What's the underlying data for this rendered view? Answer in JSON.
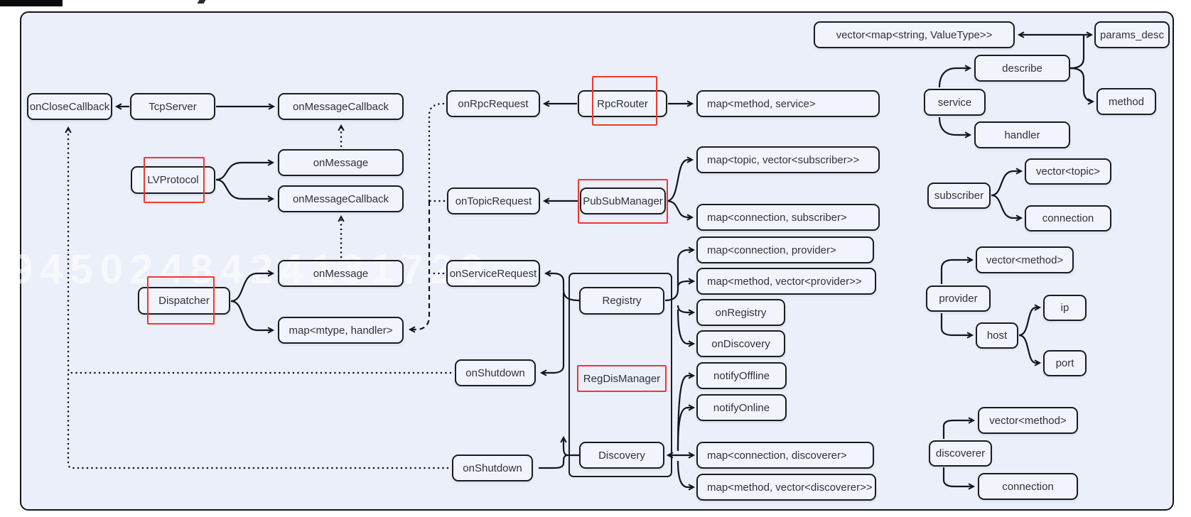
{
  "watermark": "9450248424131729",
  "colors": {
    "panel_bg": "#ebeff9",
    "box_border": "#1b1b22",
    "text": "#33333a",
    "highlight_red": "#ee392d"
  },
  "nodes": [
    {
      "id": "onclosecallback",
      "label": "onCloseCallback",
      "kind": "box"
    },
    {
      "id": "tcpserver",
      "label": "TcpServer",
      "kind": "box"
    },
    {
      "id": "onmessagecallback1",
      "label": "onMessageCallback",
      "kind": "box"
    },
    {
      "id": "lvprotocol",
      "label": "LVProtocol",
      "kind": "box",
      "highlight": true
    },
    {
      "id": "onmessage1",
      "label": "onMessage",
      "kind": "box"
    },
    {
      "id": "onmessagecallback2",
      "label": "onMessageCallback",
      "kind": "box"
    },
    {
      "id": "dispatcher",
      "label": "Dispatcher",
      "kind": "box",
      "highlight": true
    },
    {
      "id": "onmessage2",
      "label": "onMessage",
      "kind": "box"
    },
    {
      "id": "mapmtypehandler",
      "label": "map<mtype, handler>",
      "kind": "box"
    },
    {
      "id": "onrpcrequest",
      "label": "onRpcRequest",
      "kind": "box"
    },
    {
      "id": "rpcrouter",
      "label": "RpcRouter",
      "kind": "box",
      "highlight": true
    },
    {
      "id": "mapmethodservice",
      "label": "map<method, service>",
      "kind": "box",
      "align": "left"
    },
    {
      "id": "ontopicrequest",
      "label": "onTopicRequest",
      "kind": "box"
    },
    {
      "id": "pubsubmanager",
      "label": "PubSubManager",
      "kind": "box",
      "highlight": true
    },
    {
      "id": "maptopicvecsub",
      "label": "map<topic, vector<subscriber>>",
      "kind": "box",
      "align": "left"
    },
    {
      "id": "mapconnsub",
      "label": "map<connection, subscriber>",
      "kind": "box",
      "align": "left"
    },
    {
      "id": "onservicerequest",
      "label": "onServiceRequest",
      "kind": "box"
    },
    {
      "id": "regdiscontainer",
      "label": "",
      "kind": "container"
    },
    {
      "id": "registry",
      "label": "Registry",
      "kind": "box"
    },
    {
      "id": "regdismanager",
      "label": "RegDisManager",
      "kind": "redlabel"
    },
    {
      "id": "discovery",
      "label": "Discovery",
      "kind": "box"
    },
    {
      "id": "onshutdown1",
      "label": "onShutdown",
      "kind": "box"
    },
    {
      "id": "onshutdown2",
      "label": "onShutdown",
      "kind": "box"
    },
    {
      "id": "mapconnprovider",
      "label": "map<connection, provider>",
      "kind": "box",
      "align": "left"
    },
    {
      "id": "mapmethodvecprovider",
      "label": "map<method, vector<provider>>",
      "kind": "box",
      "align": "left"
    },
    {
      "id": "onregistry",
      "label": "onRegistry",
      "kind": "box"
    },
    {
      "id": "ondiscovery",
      "label": "onDiscovery",
      "kind": "box"
    },
    {
      "id": "notifyoffline",
      "label": "notifyOffline",
      "kind": "box"
    },
    {
      "id": "notifyonline",
      "label": "notifyOnline",
      "kind": "box"
    },
    {
      "id": "mapconndiscoverer",
      "label": "map<connection, discoverer>",
      "kind": "box",
      "align": "left"
    },
    {
      "id": "mapmethodvecdiscoverer",
      "label": "map<method, vector<discoverer>>",
      "kind": "box",
      "align": "left"
    },
    {
      "id": "vectormap",
      "label": "vector<map<string, ValueType>>",
      "kind": "box"
    },
    {
      "id": "paramsdesc",
      "label": "params_desc",
      "kind": "box"
    },
    {
      "id": "describe",
      "label": "describe",
      "kind": "box"
    },
    {
      "id": "service",
      "label": "service",
      "kind": "box"
    },
    {
      "id": "method",
      "label": "method",
      "kind": "box"
    },
    {
      "id": "handler",
      "label": "handler",
      "kind": "box"
    },
    {
      "id": "subscriber",
      "label": "subscriber",
      "kind": "box"
    },
    {
      "id": "vectortopic",
      "label": "vector<topic>",
      "kind": "box"
    },
    {
      "id": "connection1",
      "label": "connection",
      "kind": "box"
    },
    {
      "id": "provider",
      "label": "provider",
      "kind": "box"
    },
    {
      "id": "vectormethod1",
      "label": "vector<method>",
      "kind": "box"
    },
    {
      "id": "host",
      "label": "host",
      "kind": "box"
    },
    {
      "id": "ip",
      "label": "ip",
      "kind": "box"
    },
    {
      "id": "port",
      "label": "port",
      "kind": "box"
    },
    {
      "id": "discoverer",
      "label": "discoverer",
      "kind": "box"
    },
    {
      "id": "vectormethod2",
      "label": "vector<method>",
      "kind": "box"
    },
    {
      "id": "connection2",
      "label": "connection",
      "kind": "box"
    }
  ],
  "edges": [
    {
      "from": "tcpserver",
      "to": "onclosecallback",
      "style": "solid"
    },
    {
      "from": "tcpserver",
      "to": "onmessagecallback1",
      "style": "solid"
    },
    {
      "from": "lvprotocol",
      "to": "onmessage1",
      "style": "solid"
    },
    {
      "from": "lvprotocol",
      "to": "onmessagecallback2",
      "style": "solid"
    },
    {
      "from": "dispatcher",
      "to": "onmessage2",
      "style": "solid"
    },
    {
      "from": "dispatcher",
      "to": "mapmtypehandler",
      "style": "solid"
    },
    {
      "from": "rpcrouter",
      "to": "onrpcrequest",
      "style": "solid"
    },
    {
      "from": "rpcrouter",
      "to": "mapmethodservice",
      "style": "solid"
    },
    {
      "from": "pubsubmanager",
      "to": "ontopicrequest",
      "style": "solid"
    },
    {
      "from": "pubsubmanager",
      "to": "maptopicvecsub",
      "style": "solid"
    },
    {
      "from": "pubsubmanager",
      "to": "mapconnsub",
      "style": "solid"
    },
    {
      "from": "registry",
      "to": "onservicerequest",
      "style": "solid"
    },
    {
      "from": "registry",
      "to": "onshutdown1",
      "style": "solid"
    },
    {
      "from": "registry",
      "to": "mapconnprovider",
      "style": "solid"
    },
    {
      "from": "registry",
      "to": "mapmethodvecprovider",
      "style": "solid"
    },
    {
      "from": "registry",
      "to": "onregistry",
      "style": "solid"
    },
    {
      "from": "registry",
      "to": "ondiscovery",
      "style": "solid"
    },
    {
      "from": "discovery",
      "to": "onshutdown2",
      "style": "solid"
    },
    {
      "from": "discovery",
      "to": "notifyoffline",
      "style": "solid"
    },
    {
      "from": "discovery",
      "to": "notifyonline",
      "style": "solid"
    },
    {
      "from": "discovery",
      "to": "mapconndiscoverer",
      "style": "solid-double"
    },
    {
      "from": "discovery",
      "to": "mapmethodvecdiscoverer",
      "style": "solid"
    },
    {
      "from": "onmessage1",
      "to": "onmessagecallback1",
      "style": "dotted"
    },
    {
      "from": "onmessage2",
      "to": "onmessagecallback2",
      "style": "dotted"
    },
    {
      "from": "onshutdown1",
      "to": "onclosecallback",
      "style": "dotted"
    },
    {
      "from": "onshutdown2",
      "to": "onclosecallback",
      "style": "dotted"
    },
    {
      "from": "onrpcrequest",
      "to": "mapmtypehandler",
      "style": "dotted"
    },
    {
      "from": "ontopicrequest",
      "to": "mapmtypehandler",
      "style": "dotted"
    },
    {
      "from": "onservicerequest",
      "to": "mapmtypehandler",
      "style": "dotted"
    },
    {
      "from": "requests-junction",
      "to": "mapmtypehandler",
      "style": "dashed"
    },
    {
      "from": "service",
      "to": "describe",
      "style": "solid"
    },
    {
      "from": "service",
      "to": "handler",
      "style": "solid"
    },
    {
      "from": "describe",
      "to": "paramsdesc",
      "style": "solid"
    },
    {
      "from": "describe",
      "to": "method",
      "style": "solid"
    },
    {
      "from": "vectormap",
      "to": "paramsdesc",
      "style": "solid-double"
    },
    {
      "from": "subscriber",
      "to": "vectortopic",
      "style": "solid"
    },
    {
      "from": "subscriber",
      "to": "connection1",
      "style": "solid"
    },
    {
      "from": "provider",
      "to": "vectormethod1",
      "style": "solid"
    },
    {
      "from": "provider",
      "to": "host",
      "style": "solid"
    },
    {
      "from": "host",
      "to": "ip",
      "style": "solid"
    },
    {
      "from": "host",
      "to": "port",
      "style": "solid"
    },
    {
      "from": "discoverer",
      "to": "vectormethod2",
      "style": "solid"
    },
    {
      "from": "discoverer",
      "to": "connection2",
      "style": "solid"
    }
  ]
}
